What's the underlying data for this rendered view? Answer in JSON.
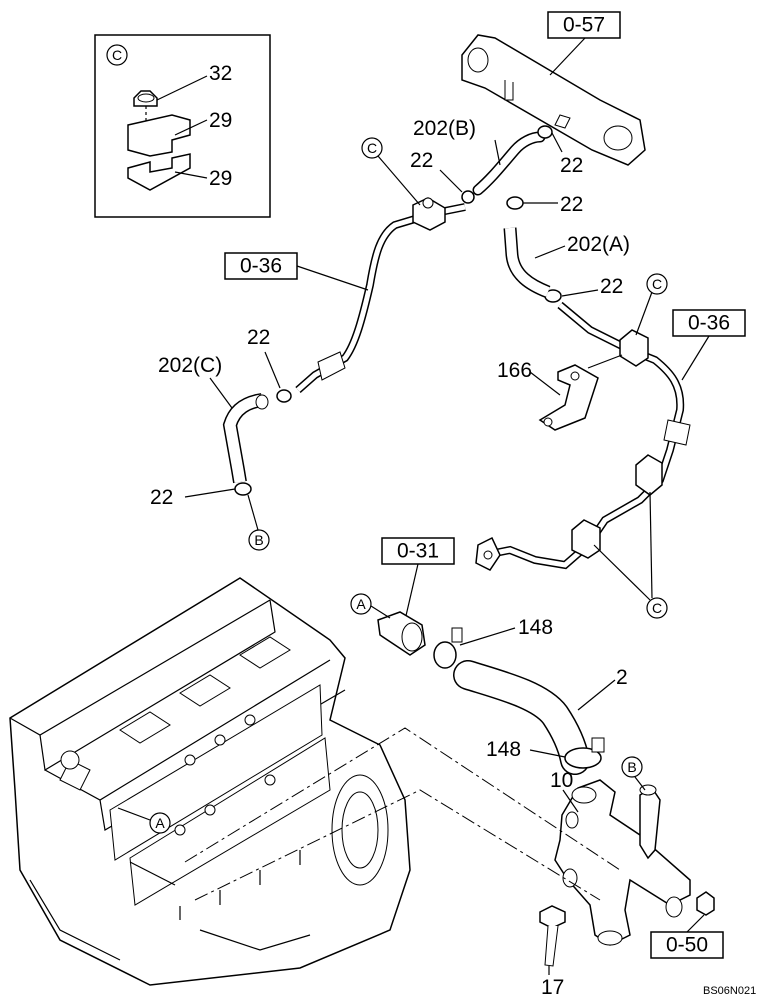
{
  "detail": {
    "letter": "C",
    "parts": [
      "32",
      "29",
      "29"
    ]
  },
  "refs": {
    "r057": "0-57",
    "r036a": "0-36",
    "r036b": "0-36",
    "r031": "0-31",
    "r050": "0-50"
  },
  "labels": {
    "l202b": "202(B)",
    "l202a": "202(A)",
    "l202c": "202(C)",
    "l22a": "22",
    "l22b": "22",
    "l22c": "22",
    "l22d": "22",
    "l22e": "22",
    "l22f": "22",
    "l166": "166",
    "l148a": "148",
    "l148b": "148",
    "l2": "2",
    "l10": "10",
    "l17": "17"
  },
  "markers": {
    "c1": "C",
    "c2": "C",
    "c3": "C",
    "a1": "A",
    "a2": "A",
    "b1": "B",
    "b2": "B"
  },
  "code": "BS06N021"
}
